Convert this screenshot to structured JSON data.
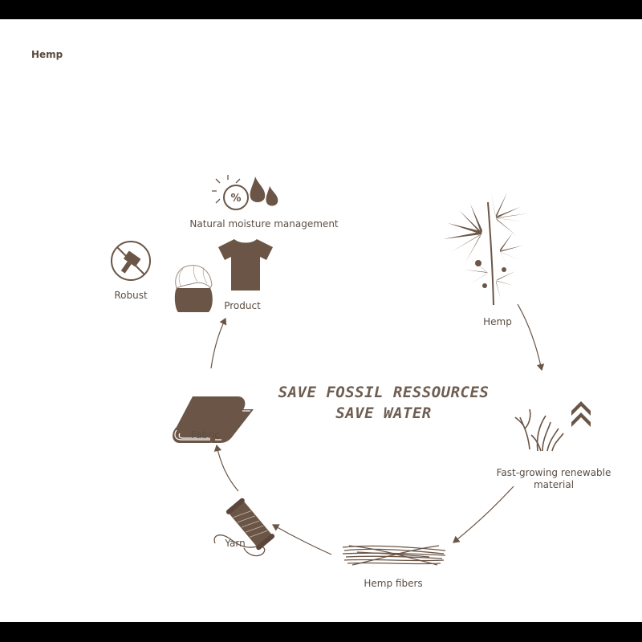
{
  "page": {
    "title": "Hemp"
  },
  "headline": {
    "line1": "SAVE FOSSIL RESSOURCES",
    "line2": "SAVE WATER"
  },
  "cycle": {
    "steps": [
      {
        "id": "hemp",
        "label": "Hemp",
        "icon": "hemp-plant-icon"
      },
      {
        "id": "renewable",
        "label_line1": "Fast-growing renewable",
        "label_line2": "material",
        "icon": "fast-growth-icon"
      },
      {
        "id": "fibers",
        "label": "Hemp fibers",
        "icon": "hemp-fibers-icon"
      },
      {
        "id": "yarn",
        "label": "Yarn",
        "icon": "yarn-spool-icon"
      },
      {
        "id": "fabric",
        "label": "Fabric",
        "icon": "folded-fabric-icon"
      },
      {
        "id": "product",
        "label": "Product",
        "icon": "tshirt-icon"
      }
    ],
    "benefits": [
      {
        "id": "moisture",
        "label": "Natural moisture management",
        "icon": "moisture-icon"
      },
      {
        "id": "robust",
        "label": "Robust",
        "icon": "robust-icon"
      }
    ]
  },
  "colors": {
    "primary": "#6b5546",
    "text": "#5c4e43",
    "background": "#ffffff",
    "frame": "#000000"
  }
}
